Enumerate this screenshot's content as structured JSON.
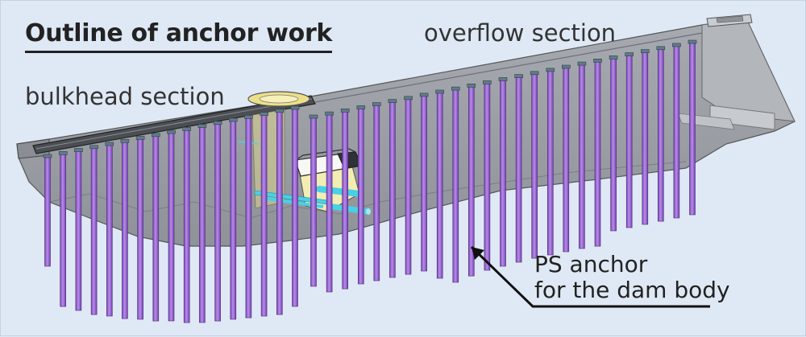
{
  "labels": {
    "title": "Outline of anchor work",
    "overflow_section": "overflow section",
    "bulkhead_section": "bulkhead section",
    "ps_anchor_line1": "PS anchor",
    "ps_anchor_line2": "for the dam body"
  },
  "colors": {
    "background": "#dfe9f5",
    "dam_body": "#9a9ea4",
    "anchor": "#a070d8",
    "gallery": "#f2edb2",
    "pipe": "#48d0e6"
  }
}
